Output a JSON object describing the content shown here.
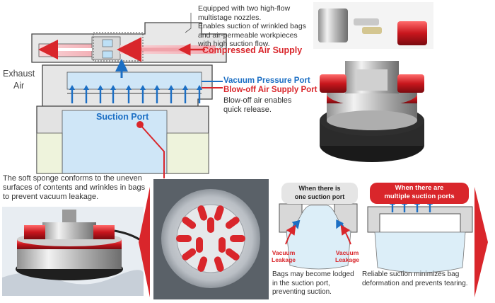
{
  "top_callout": [
    "Equipped with two high-flow",
    "multistage nozzles.",
    "Enables suction of wrinkled bags",
    "and air-permeable workpieces",
    "with high suction flow."
  ],
  "labels": {
    "compressed_air": "Compressed Air Supply",
    "exhaust_line1": "Exhaust",
    "exhaust_line2": "Air",
    "vacuum_port": "Vacuum Pressure Port",
    "blowoff_port": "Blow-off Air Supply Port",
    "blowoff_desc_line1": "Blow-off air enables",
    "blowoff_desc_line2": "quick release.",
    "suction_port": "Suction Port"
  },
  "sponge_note": [
    "The soft sponge conforms to the uneven",
    "surfaces of contents and wrinkles in bags",
    "to prevent vacuum leakage."
  ],
  "comparison": {
    "one_port": {
      "title_line1": "When there is",
      "title_line2": "one suction port",
      "leak_left_1": "Vacuum",
      "leak_left_2": "Leakage",
      "leak_right_1": "Vacuum",
      "leak_right_2": "Leakage",
      "caption": [
        "Bags may become lodged",
        "in the suction port,",
        "preventing suction."
      ]
    },
    "multi_port": {
      "title_line1": "When there are",
      "title_line2": "multiple suction ports",
      "caption": [
        "Reliable suction minimizes bag",
        "deformation and prevents tearing."
      ]
    }
  },
  "colors": {
    "accent_red": "#d9262b",
    "accent_blue": "#1c6fc4",
    "air_pink": "#f6c8cc",
    "vacuum_blue": "#cfe6f7",
    "body_gray": "#e6e6e6"
  }
}
